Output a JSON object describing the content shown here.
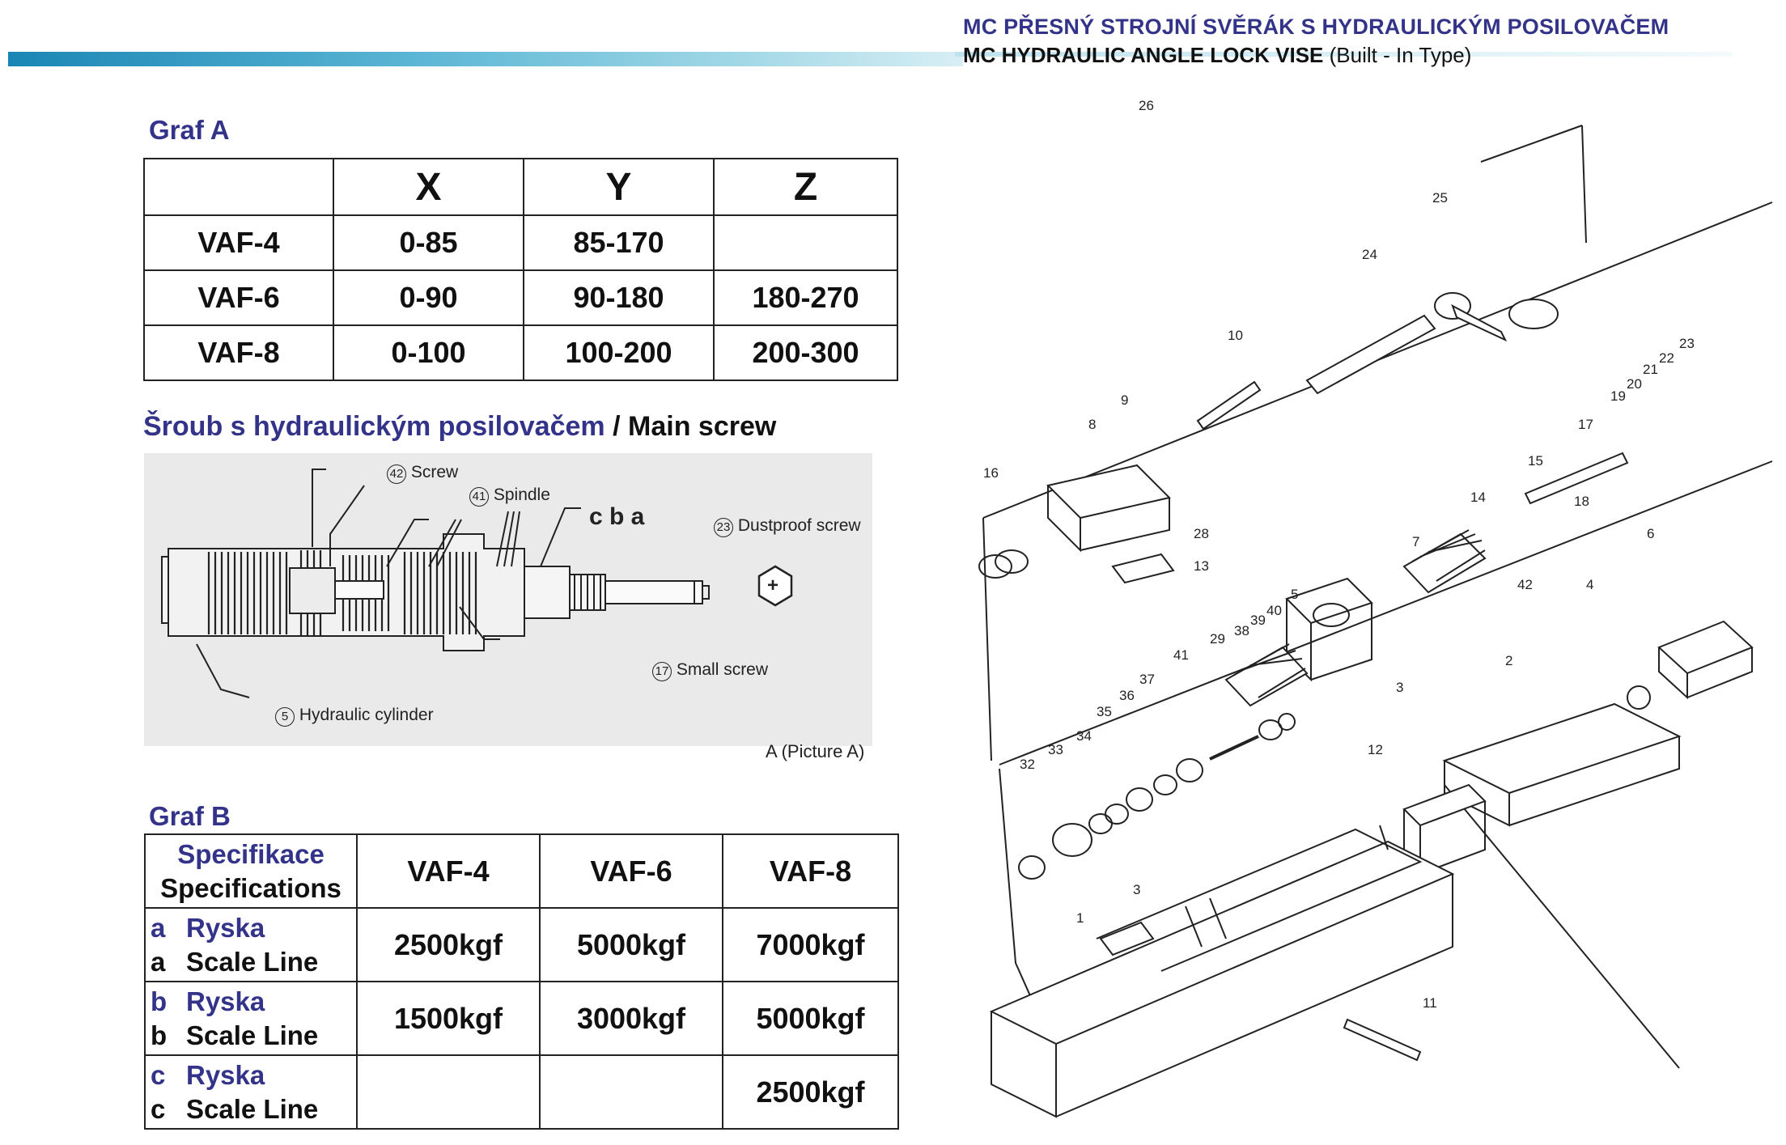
{
  "header": {
    "title_cz": "MC PŘESNÝ STROJNÍ SVĚRÁK S HYDRAULICKÝM POSILOVAČEM",
    "title_en_bold": "MC HYDRAULIC ANGLE LOCK VISE",
    "title_en_rest": "(Built - In Type)"
  },
  "graf_a": {
    "title": "Graf A",
    "columns": [
      "",
      "X",
      "Y",
      "Z"
    ],
    "rows": [
      {
        "model": "VAF-4",
        "x": "0-85",
        "y": "85-170",
        "z": ""
      },
      {
        "model": "VAF-6",
        "x": "0-90",
        "y": "90-180",
        "z": "180-270"
      },
      {
        "model": "VAF-8",
        "x": "0-100",
        "y": "100-200",
        "z": "200-300"
      }
    ]
  },
  "main_screw": {
    "title_cz": "Šroub s hydraulickým posilovačem",
    "separator": "/",
    "title_en": "Main screw",
    "labels": {
      "screw": "Screw",
      "screw_num": "42",
      "spindle": "Spindle",
      "spindle_num": "41",
      "cba": "c b a",
      "dustproof": "Dustproof screw",
      "dustproof_num": "23",
      "small_screw": "Small screw",
      "small_screw_num": "17",
      "hydraulic": "Hydraulic cylinder",
      "hydraulic_num": "5",
      "hex_symbol": "+"
    },
    "caption": "A (Picture A)"
  },
  "graf_b": {
    "title": "Graf B",
    "header_cz": "Specifikace",
    "header_en": "Specifications",
    "columns": [
      "VAF-4",
      "VAF-6",
      "VAF-8"
    ],
    "rows": [
      {
        "key": "a",
        "cz": "Ryska",
        "en": "Scale Line",
        "values": [
          "2500kgf",
          "5000kgf",
          "7000kgf"
        ]
      },
      {
        "key": "b",
        "cz": "Ryska",
        "en": "Scale Line",
        "values": [
          "1500kgf",
          "3000kgf",
          "5000kgf"
        ]
      },
      {
        "key": "c",
        "cz": "Ryska",
        "en": "Scale Line",
        "values": [
          "",
          "",
          "2500kgf"
        ]
      }
    ]
  },
  "exploded_view": {
    "part_numbers": [
      "1",
      "2",
      "3",
      "3",
      "4",
      "5",
      "6",
      "7",
      "8",
      "9",
      "10",
      "11",
      "12",
      "13",
      "14",
      "15",
      "16",
      "17",
      "18",
      "19",
      "20",
      "21",
      "22",
      "23",
      "24",
      "25",
      "26",
      "28",
      "29",
      "32",
      "33",
      "34",
      "35",
      "36",
      "37",
      "38",
      "39",
      "40",
      "41",
      "42"
    ]
  },
  "colors": {
    "title_blue": "#33338a",
    "bar_blue": "#1a86b5"
  }
}
